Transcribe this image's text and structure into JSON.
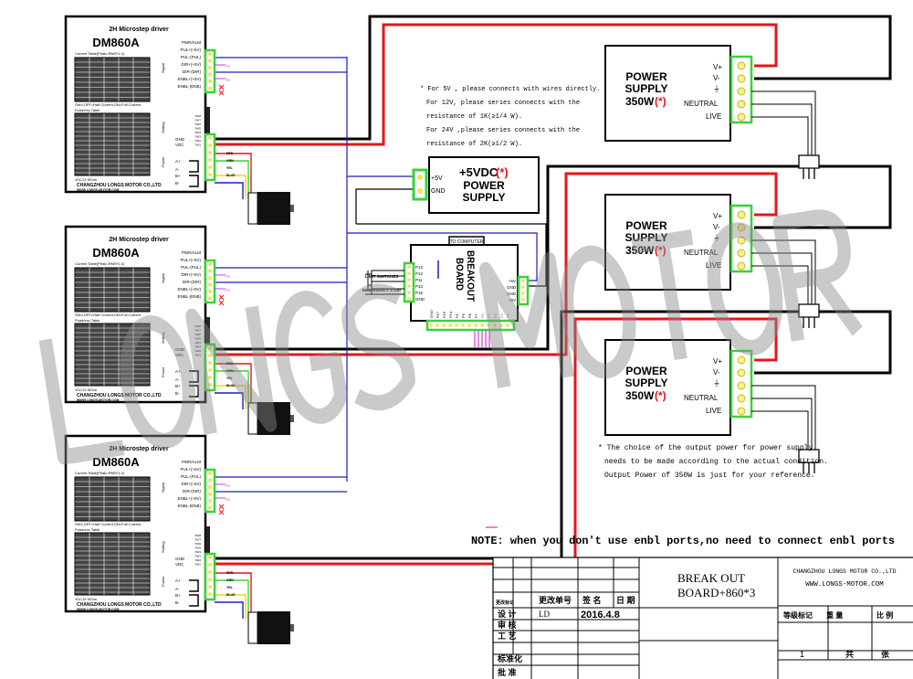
{
  "driver": {
    "subtitle": "2H Microstep driver",
    "model": "DM860A",
    "current_table_title": "Current Table(Peak=RMS*1.4)",
    "idle_note": "SW4,OFF=Half Current,ON=Full Current",
    "pulse_table_title": "Pulse/rev Table",
    "signal_group": "Signal",
    "setting_group": "Setting",
    "power_group": "Power",
    "signal_pins": [
      "PWR/ALM",
      "PUL+(+5V)",
      "PUL-(PUL)",
      "DIR+(+5V)",
      "DIR-(DIR)",
      "ENBL+(+5V)",
      "ENBL-(ENB)"
    ],
    "switches": [
      "SW8",
      "SW7",
      "SW6",
      "SW5",
      "SW4",
      "SW3",
      "SW2",
      "SW1"
    ],
    "power_pins": [
      "GND",
      "VDC",
      "A+",
      "A-",
      "B+",
      "B-"
    ],
    "voltage": "VDC:24~80Vdc",
    "company": "CHANGZHOU LONGS MOTOR CO.,LTD",
    "website": "WWW.LONGS-MOTOR.COM",
    "wire_labels": [
      "RED",
      "GRN",
      "YEL",
      "BLUE"
    ],
    "signal_wire_labels": [
      "P0",
      "P0"
    ]
  },
  "power_supply": {
    "line1": "POWER",
    "line2": "SUPPLY",
    "line3": "350W",
    "mark": "(*)",
    "terminals": [
      "V+",
      "V-",
      "⏚",
      "NEUTRAL",
      "LIVE"
    ]
  },
  "supply_5v": {
    "title": "+5VDC",
    "mark": "(*)",
    "line2": "POWER",
    "line3": "SUPPLY",
    "terminals": [
      "+5V",
      "GND"
    ]
  },
  "breakout": {
    "title1": "BREAKOUT",
    "title2": "BOARD",
    "to_computer": "TO COMPUTER",
    "left_pins": [
      "P13",
      "P12",
      "P11",
      "P10",
      "P15",
      "GND"
    ],
    "right_pins": [
      "+5V",
      "GND",
      "GND",
      "+5V"
    ],
    "limit_label": "LIMIT SWITCHES",
    "estop_label": "EMERGENCY STOP",
    "bottom_pins": [
      "GND",
      "P17",
      "P16",
      "P14",
      "P1",
      "P9",
      "P8",
      "P7",
      "P6",
      "P5",
      "P4",
      "P3",
      "P2"
    ]
  },
  "notes": {
    "top": [
      "* For 5V , please connects with wires directly.",
      "For 12V, please series connects with the",
      "resistance of 1K(≥1/4 W).",
      "For 24V ,please series connects with the",
      "resistance of 2K(≥1/2 W)."
    ],
    "bottom": [
      "* The choice of  the output power for power supply",
      "needs to be made according to the actual condition.",
      "Output Power of 350W is just for your reference."
    ],
    "enbl": "NOTE: when you don't use enbl ports,no need to connect enbl ports"
  },
  "watermark": "LONGS MOTOR",
  "title_block": {
    "col_headers": [
      "更改标记",
      "更改单号",
      "签 名",
      "日 期"
    ],
    "rows": [
      "设 计",
      "审 核",
      "工 艺",
      "标准化",
      "批 准"
    ],
    "designer": "LD",
    "date": "2016.4.8",
    "title1": "BREAK OUT",
    "title2": "BOARD+860*3",
    "company": "CHANGZHOU LONGS MOTOR CO.,LTD",
    "website": "WWW.LONGS-MOTOR.COM",
    "grade": "等级标记",
    "weight": "重 量",
    "scale": "比 例",
    "sheet_no": "1",
    "total": "共",
    "sheets": "张"
  },
  "colors": {
    "red": "#e8141a",
    "black": "#000000",
    "blue": "#1c1cc8",
    "green_connector": "#3ad23a",
    "pin": "#f2e34a",
    "magenta": "#d23ad2"
  }
}
